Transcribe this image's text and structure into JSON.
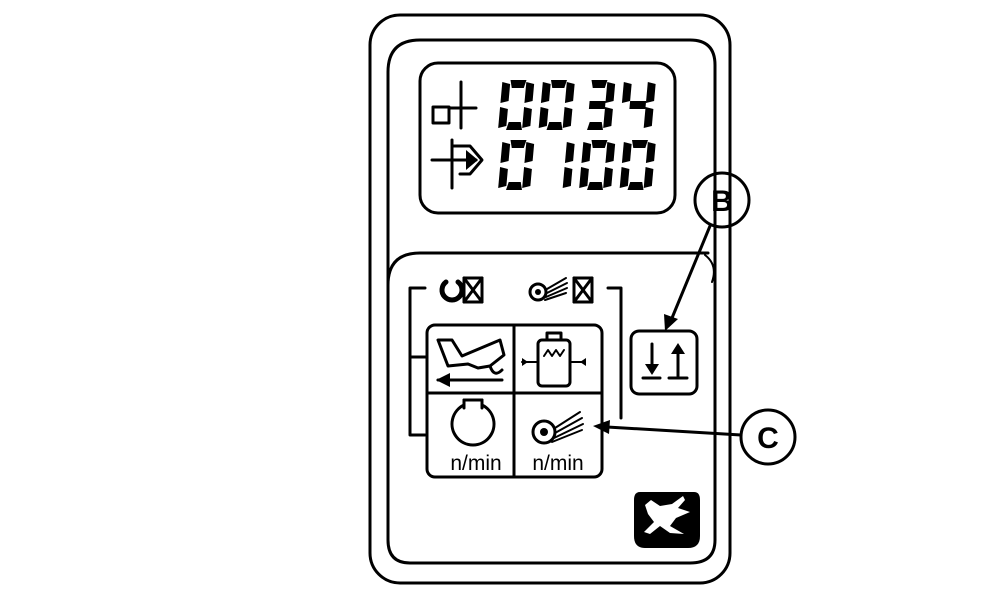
{
  "display": {
    "row1_digits": "0034",
    "row2_digits": "0100"
  },
  "icons": {
    "row1": "bale-count-icon",
    "row2": "bale-length-icon",
    "indicator_left": "rotor-speed-alarm-icon",
    "indicator_right": "pickup-speed-alarm-icon",
    "grid_top_left": "baler-forward-icon",
    "grid_top_right": "hydraulic-fluid-icon",
    "grid_bottom_left": "rotor-icon",
    "grid_bottom_right": "pickup-reel-icon",
    "button": "raise-lower-icon",
    "logo": "deer-logo-icon"
  },
  "grid": {
    "unit_left": "n/min",
    "unit_right": "n/min"
  },
  "callouts": {
    "b": "B",
    "c": "C"
  },
  "colors": {
    "ink": "#000000",
    "paper": "#ffffff"
  }
}
